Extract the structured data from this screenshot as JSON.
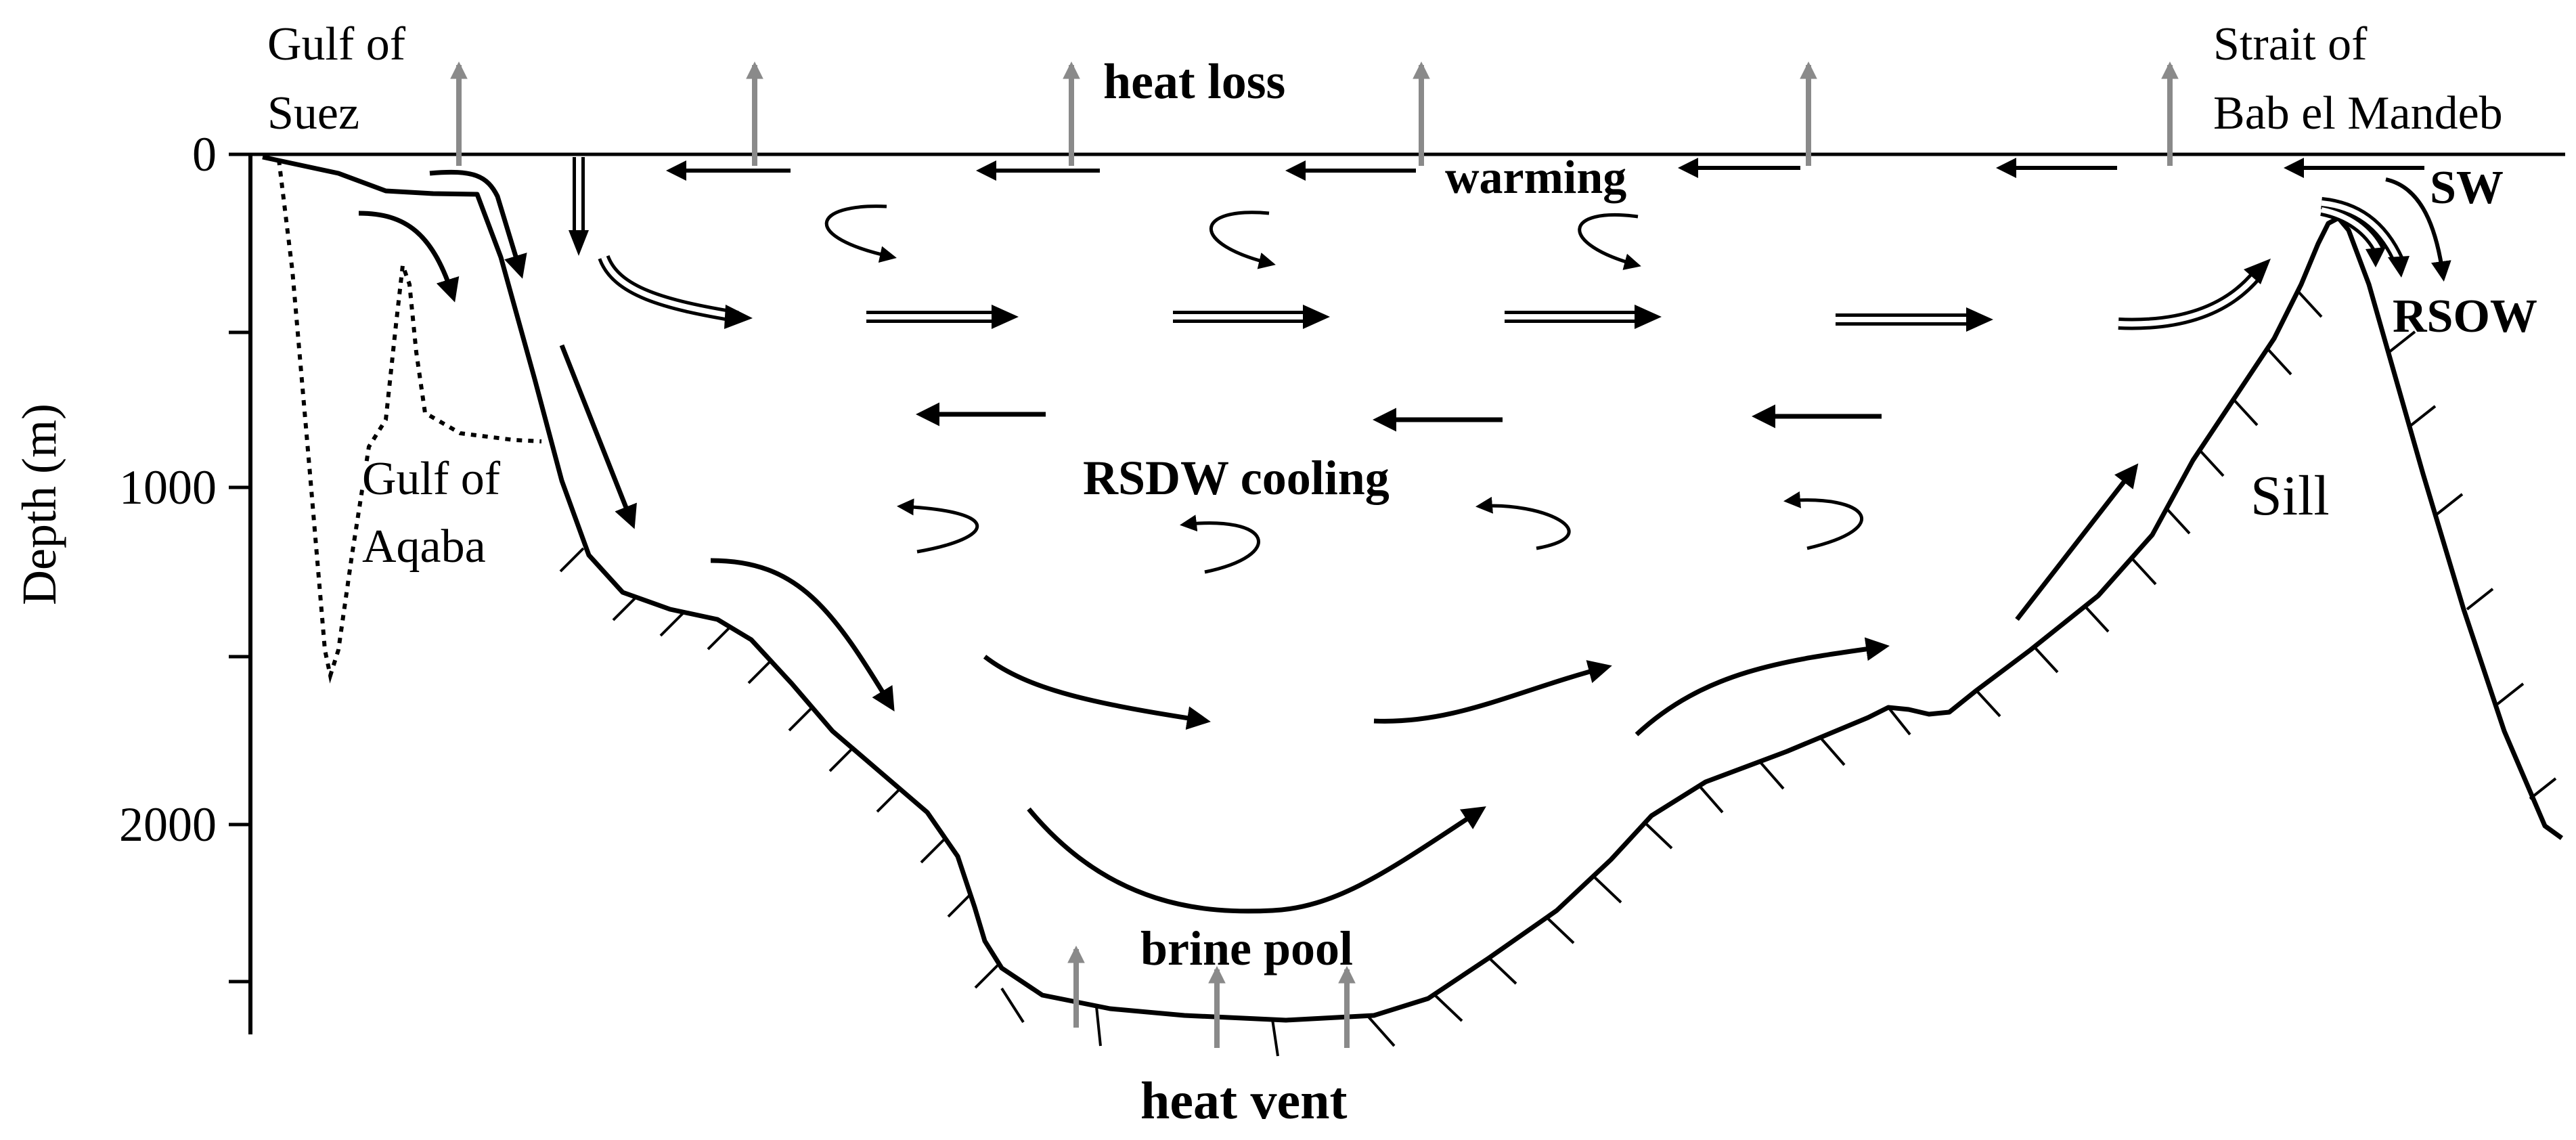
{
  "axis": {
    "ylabel": "Depth (m)",
    "ticks": [
      {
        "value": 0,
        "label": "0"
      },
      {
        "value": 1000,
        "label": "1000"
      },
      {
        "value": 2000,
        "label": "2000"
      }
    ]
  },
  "labels": {
    "gulf_of_suez_line1": "Gulf of",
    "gulf_of_suez_line2": "Suez",
    "strait_line1": "Strait of",
    "strait_line2": "Bab el Mandeb",
    "heat_loss": "heat loss",
    "warming": "warming",
    "sw": "SW",
    "rsow": "RSOW",
    "rsdw_cooling": "RSDW cooling",
    "gulf_of_aqaba_line1": "Gulf of",
    "gulf_of_aqaba_line2": "Aqaba",
    "sill": "Sill",
    "brine_pool": "brine pool",
    "heat_vent": "heat vent"
  },
  "colors": {
    "ink": "#000000",
    "heat_arrow": "#8a8a8a",
    "background": "#ffffff"
  }
}
